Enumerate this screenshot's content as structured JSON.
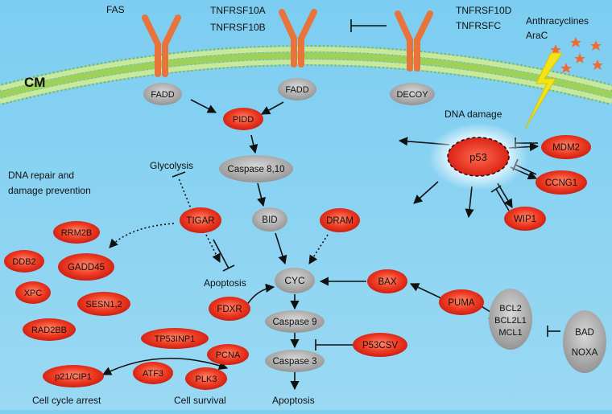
{
  "membrane": {
    "label": "CM"
  },
  "receptors": {
    "fas": "FAS",
    "tnfrsf10a": "TNFRSF10A",
    "tnfrsf10b": "TNFRSF10B",
    "tnfrsf10d": "TNFRSF10D",
    "tnfrsfc": "TNFRSFC"
  },
  "stimulus": {
    "line1": "Anthracyclines",
    "line2": "AraC"
  },
  "labels": {
    "dna_damage": "DNA damage",
    "dna_repair_1": "DNA repair and",
    "dna_repair_2": "damage prevention",
    "glycolysis": "Glycolysis",
    "apoptosis_mid": "Apoptosis",
    "apoptosis_bottom": "Apoptosis",
    "cell_cycle_arrest": "Cell cycle arrest",
    "cell_survival": "Cell survival"
  },
  "nodes": {
    "fadd1": "FADD",
    "fadd2": "FADD",
    "decoy": "DECOY",
    "pidd": "PIDD",
    "caspase810": "Caspase 8,10",
    "bid": "BID",
    "dram": "DRAM",
    "tigar": "TIGAR",
    "cyc": "CYC",
    "bax": "BAX",
    "puma": "PUMA",
    "fdxr": "FDXR",
    "caspase9": "Caspase 9",
    "caspase3": "Caspase 3",
    "p53csv": "P53CSV",
    "p53": "p53",
    "mdm2": "MDM2",
    "ccng1": "CCNG1",
    "wip1": "WIP1",
    "rrm2b": "RRM2B",
    "ddb2": "DDB2",
    "gadd45": "GADD45",
    "xpc": "XPC",
    "sesn12": "SESN1,2",
    "rad23b": "RAD2BB",
    "tp53inp1": "TP53INP1",
    "pcna": "PCNA",
    "atf3": "ATF3",
    "plk3": "PLK3",
    "p21": "p21/CIP1",
    "bcl2": "BCL2",
    "bcl2l1": "BCL2L1",
    "mcl1": "MCL1",
    "bad": "BAD",
    "noxa": "NOXA"
  },
  "colors": {
    "background": "#7fcff0",
    "membrane": "#8dc63f",
    "receptor": "#e8743b",
    "red_node": "#e8291c",
    "gray_node": "#a3a3a3",
    "lightning": "#f5e31a",
    "star": "#f26b2d"
  }
}
